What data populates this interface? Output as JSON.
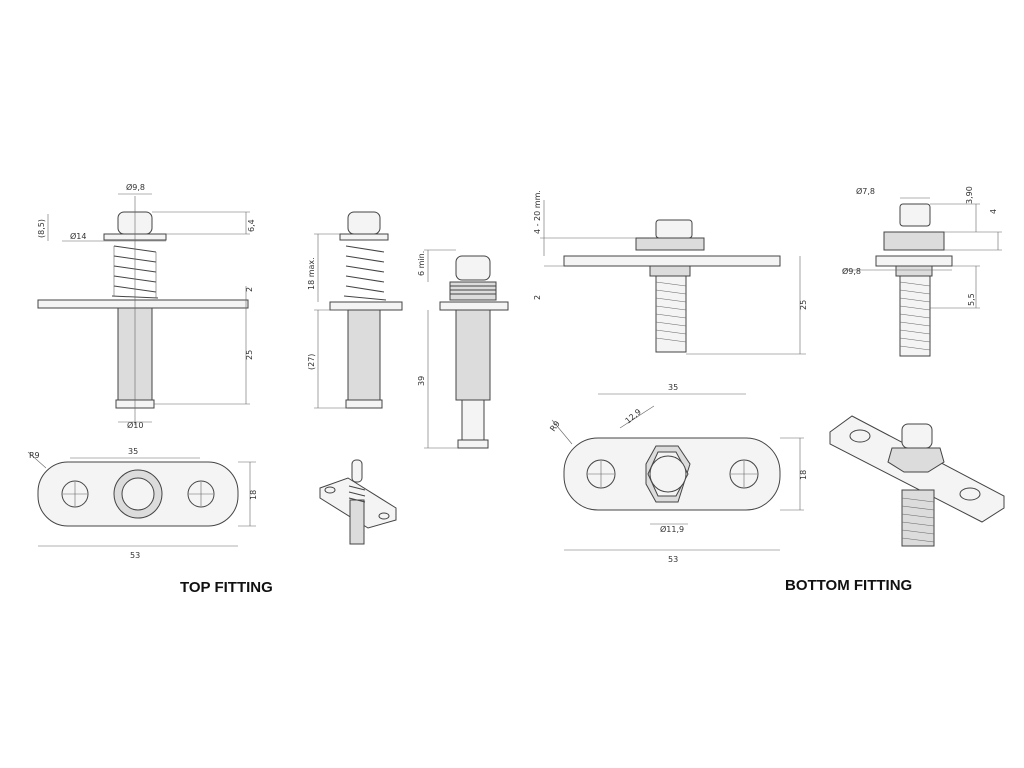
{
  "captions": {
    "top": "TOP FITTING",
    "bottom": "BOTTOM FITTING"
  },
  "top_fitting": {
    "front_view": {
      "head_dia": "Ø9,8",
      "flange_dia": "Ø14",
      "gap": "(8,5)",
      "head_height": "6,4",
      "plate_thickness": "2",
      "pin_length": "25",
      "pin_dia": "Ø10"
    },
    "side_view": {
      "spring_height": "18 max.",
      "body_length": "(27)"
    },
    "extended_view": {
      "min_travel": "6 min.",
      "total_length": "39"
    },
    "plate_view": {
      "radius": "R9",
      "hole_spacing": "35",
      "width": "18",
      "length": "53"
    }
  },
  "bottom_fitting": {
    "front_view": {
      "panel_range": "4 - 20 mm.",
      "plate_thickness": "2",
      "thread_length": "25"
    },
    "side_view": {
      "head_dia": "Ø7,8",
      "head_height": "3,90",
      "nut_height": "4",
      "washer_dia": "Ø9,8",
      "thread_offset": "5,5"
    },
    "plate_view": {
      "radius": "R9",
      "hole_spacing": "35",
      "hex_across": "12,9",
      "boss_dia": "Ø11,9",
      "width": "18",
      "length": "53"
    }
  }
}
